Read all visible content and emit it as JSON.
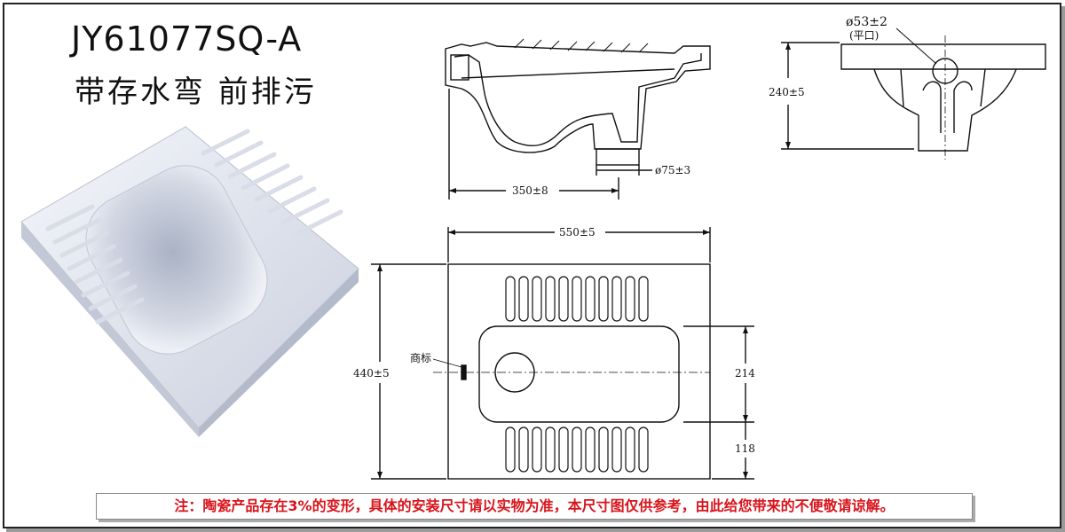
{
  "title": {
    "model": "JY61077SQ-A",
    "description": "带存水弯 前排污"
  },
  "dimensions": {
    "side_depth": "350±8",
    "outlet_diameter": "ø75±3",
    "front_height": "240±5",
    "front_hole_diameter": "ø53±2",
    "front_hole_note": "(平口)",
    "width": "550±5",
    "length": "440±5",
    "bowl_width": "214",
    "bottom_margin": "118",
    "trademark_label": "商标"
  },
  "note": "注：陶瓷产品存在3%的变形，具体的安装尺寸请以实物为准，本尺寸图仅供参考，由此给您带来的不便敬请谅解。",
  "colors": {
    "note_text": "#d8141b",
    "frame": "#222222"
  }
}
